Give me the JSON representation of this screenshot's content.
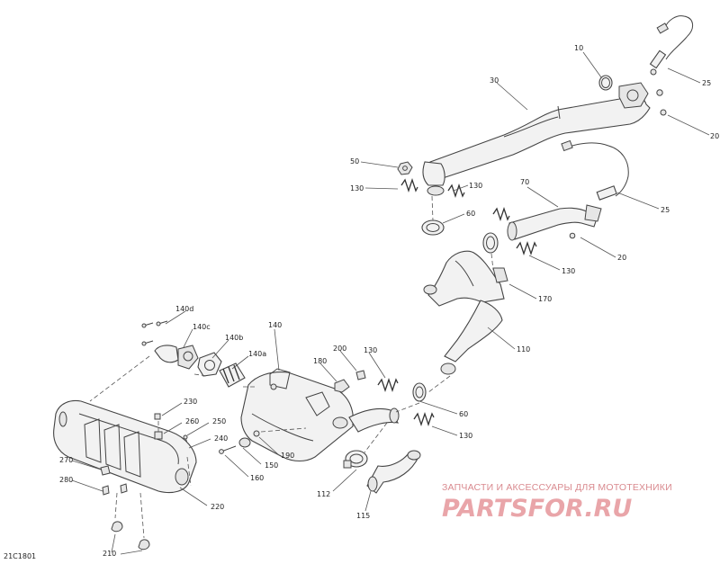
{
  "callouts": {
    "c10": "10",
    "c25a": "25",
    "c30": "30",
    "c20a": "20",
    "c50a": "50",
    "c130a": "130",
    "c130b": "130",
    "c60a": "60",
    "c70": "70",
    "c25b": "25",
    "c20b": "20",
    "c130c": "130",
    "c170": "170",
    "c110": "110",
    "c140d": "140d",
    "c140c": "140c",
    "c140b": "140b",
    "c140a": "140a",
    "c140": "140",
    "c200": "200",
    "c180": "180",
    "c130d": "130",
    "c60b": "60",
    "c130e": "130",
    "c230": "230",
    "c260": "260",
    "c250": "250",
    "c240": "240",
    "c190": "190",
    "c150": "150",
    "c160": "160",
    "c270": "270",
    "c280": "280",
    "c220": "220",
    "c112": "112",
    "c115": "115",
    "c210": "210"
  },
  "diagram_code": "21C1801",
  "watermark": {
    "tagline": "ЗАПЧАСТИ И АКСЕССУАРЫ ДЛЯ МОТОТЕХНИКИ",
    "logo": "PARTSFOR.RU"
  }
}
